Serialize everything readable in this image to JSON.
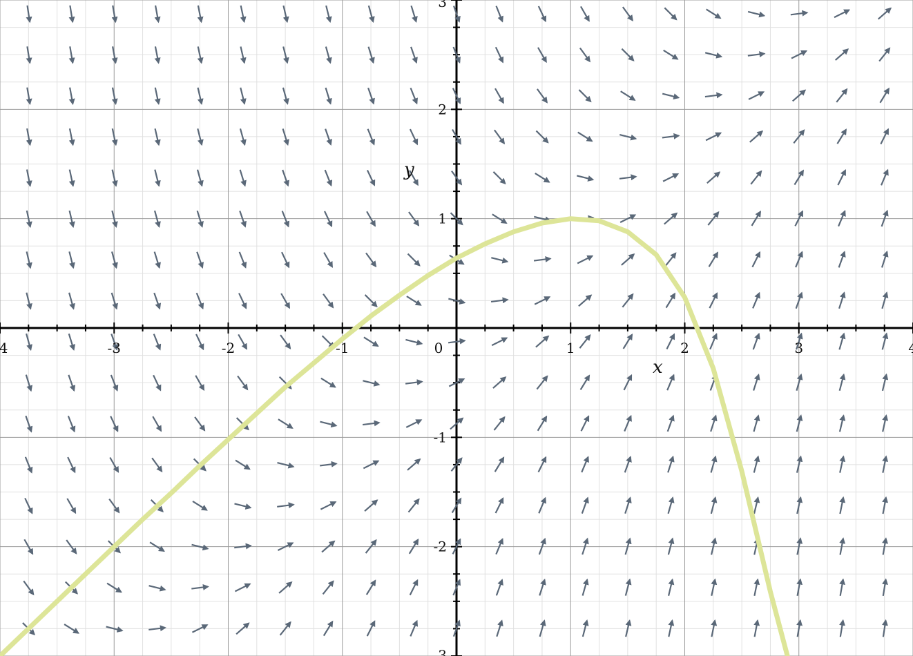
{
  "chart_data": {
    "type": "slope-field",
    "x_range": [
      -4,
      4
    ],
    "y_range": [
      -3,
      3
    ],
    "xlabel": "x",
    "ylabel": "y",
    "x_ticks": [
      {
        "value": -4,
        "label": "-4"
      },
      {
        "value": -3,
        "label": "-3"
      },
      {
        "value": -2,
        "label": "-2"
      },
      {
        "value": -1,
        "label": "-1"
      },
      {
        "value": 0,
        "label": "0"
      },
      {
        "value": 1,
        "label": "1"
      },
      {
        "value": 2,
        "label": "2"
      },
      {
        "value": 3,
        "label": "3"
      },
      {
        "value": 4,
        "label": "4"
      }
    ],
    "y_ticks": [
      {
        "value": 3,
        "label": "3"
      },
      {
        "value": 2,
        "label": "2"
      },
      {
        "value": 1,
        "label": "1"
      },
      {
        "value": -1,
        "label": "-1"
      },
      {
        "value": -2,
        "label": "-2"
      },
      {
        "value": -3,
        "label": "-3"
      }
    ],
    "grid": {
      "major_step": 1,
      "minor_step": 0.25
    },
    "vector_field": {
      "x_values": [
        -3.75,
        -3.375,
        -3.0,
        -2.625,
        -2.25,
        -1.875,
        -1.5,
        -1.125,
        -0.75,
        -0.375,
        0.0,
        0.375,
        0.75,
        1.125,
        1.5,
        1.875,
        2.25,
        2.625,
        3.0,
        3.375,
        3.75
      ],
      "y_values": [
        2.875,
        2.5,
        2.125,
        1.75,
        1.375,
        1.0,
        0.625,
        0.25,
        -0.125,
        -0.5,
        -0.875,
        -1.25,
        -1.625,
        -2.0,
        -2.375,
        -2.75
      ],
      "slope_formula": "dy/dx = x - y",
      "color": "#5a6878"
    },
    "solution_curve": {
      "color": "#dde598",
      "points": [
        {
          "x": -4.0,
          "y": -3.0
        },
        {
          "x": -3.75,
          "y": -2.75
        },
        {
          "x": -3.5,
          "y": -2.5
        },
        {
          "x": -3.25,
          "y": -2.25
        },
        {
          "x": -3.0,
          "y": -2.0
        },
        {
          "x": -2.75,
          "y": -1.75
        },
        {
          "x": -2.5,
          "y": -1.51
        },
        {
          "x": -2.25,
          "y": -1.26
        },
        {
          "x": -2.0,
          "y": -1.02
        },
        {
          "x": -1.75,
          "y": -0.78
        },
        {
          "x": -1.5,
          "y": -0.54
        },
        {
          "x": -1.25,
          "y": -0.32
        },
        {
          "x": -1.0,
          "y": -0.1
        },
        {
          "x": -0.75,
          "y": 0.11
        },
        {
          "x": -0.5,
          "y": 0.3
        },
        {
          "x": -0.25,
          "y": 0.48
        },
        {
          "x": 0.0,
          "y": 0.64
        },
        {
          "x": 0.25,
          "y": 0.77
        },
        {
          "x": 0.5,
          "y": 0.88
        },
        {
          "x": 0.75,
          "y": 0.96
        },
        {
          "x": 1.0,
          "y": 1.0
        },
        {
          "x": 1.25,
          "y": 0.98
        },
        {
          "x": 1.5,
          "y": 0.88
        },
        {
          "x": 1.75,
          "y": 0.67
        },
        {
          "x": 2.0,
          "y": 0.28
        },
        {
          "x": 2.25,
          "y": -0.37
        },
        {
          "x": 2.5,
          "y": -1.31
        },
        {
          "x": 2.75,
          "y": -2.41
        },
        {
          "x": 2.9,
          "y": -3.0
        }
      ]
    }
  }
}
